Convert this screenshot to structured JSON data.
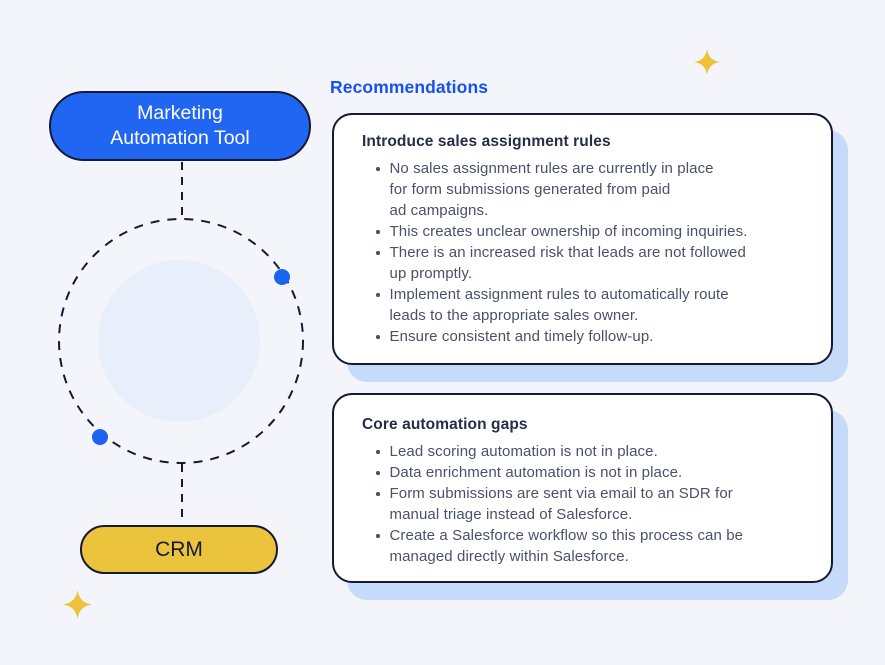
{
  "page": {
    "background_color": "#F4F5FA",
    "outline_color": "#141A33",
    "card_shadow_color": "#C6DAF9"
  },
  "diagram": {
    "node_top": {
      "label": "Marketing\nAutomation Tool",
      "color": "#2066F2",
      "text_color": "#FFFFFF"
    },
    "node_bottom": {
      "label": "CRM",
      "color": "#EBC33C",
      "text_color": "#141A33"
    },
    "connector_style": "dashed",
    "sync_dot_color": "#1C63EF",
    "inner_circle_color": "#E9EEFB",
    "sparkle_icon_color": "#EFC13B"
  },
  "recommendations": {
    "heading": "Recommendations",
    "heading_color": "#1551F0",
    "cards": [
      {
        "title": "Introduce sales assignment rules",
        "bullets": [
          "No sales assignment rules are currently in place\nfor form submissions generated from paid\nad campaigns.",
          "This creates unclear ownership of incoming inquiries.",
          "There is an increased risk that leads are not followed\nup promptly.",
          "Implement assignment rules to automatically route\nleads to the appropriate sales owner.",
          "Ensure consistent and timely follow-up."
        ]
      },
      {
        "title": "Core automation gaps",
        "bullets": [
          "Lead scoring automation is not in place.",
          "Data enrichment automation is not in place.",
          "Form submissions are sent via email to an SDR for\nmanual triage instead of Salesforce.",
          "Create a Salesforce workflow so this process can be\nmanaged directly within Salesforce."
        ]
      }
    ]
  }
}
